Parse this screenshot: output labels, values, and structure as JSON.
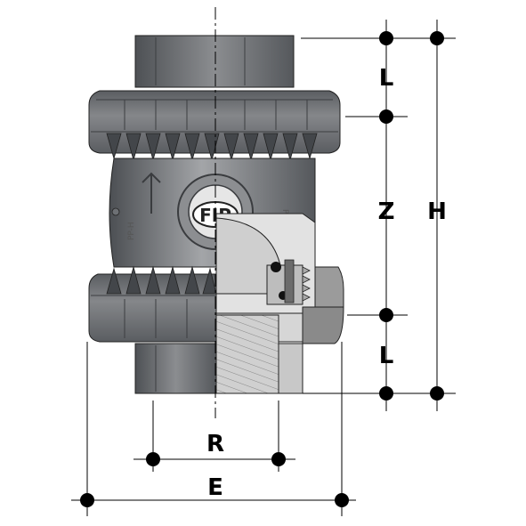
{
  "diagram": {
    "dimension_labels": {
      "L_top": "L",
      "Z": "Z",
      "L_bottom": "L",
      "H": "H",
      "R": "R",
      "E": "E"
    },
    "logo_text": "FIP",
    "colors": {
      "body_dark": "#5f6266",
      "body_mid": "#77797d",
      "body_light": "#9a9c9f",
      "section_light": "#d9d9d9",
      "line": "#000000"
    }
  }
}
